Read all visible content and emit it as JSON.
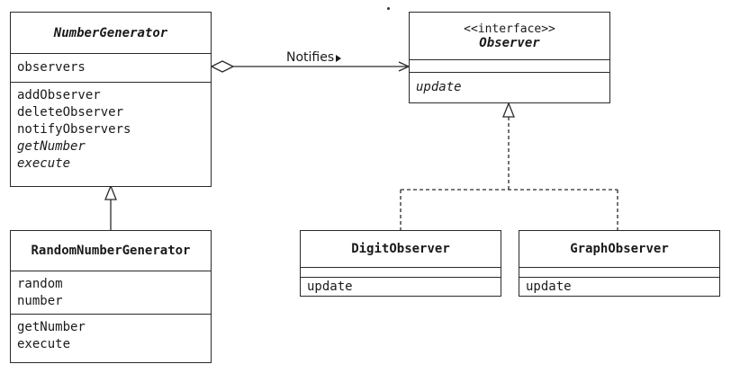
{
  "classes": {
    "number_generator": {
      "name": "NumberGenerator",
      "attributes": [
        "observers"
      ],
      "operations": [
        "addObserver",
        "deleteObserver",
        "notifyObservers",
        "getNumber",
        "execute"
      ]
    },
    "random_number_generator": {
      "name": "RandomNumberGenerator",
      "attributes": [
        "random",
        "number"
      ],
      "operations": [
        "getNumber",
        "execute"
      ]
    },
    "observer": {
      "stereotype": "<<interface>>",
      "name": "Observer",
      "operations": [
        "update"
      ]
    },
    "digit_observer": {
      "name": "DigitObserver",
      "operations": [
        "update"
      ]
    },
    "graph_observer": {
      "name": "GraphObserver",
      "operations": [
        "update"
      ]
    }
  },
  "association": {
    "label": "Notifies"
  }
}
